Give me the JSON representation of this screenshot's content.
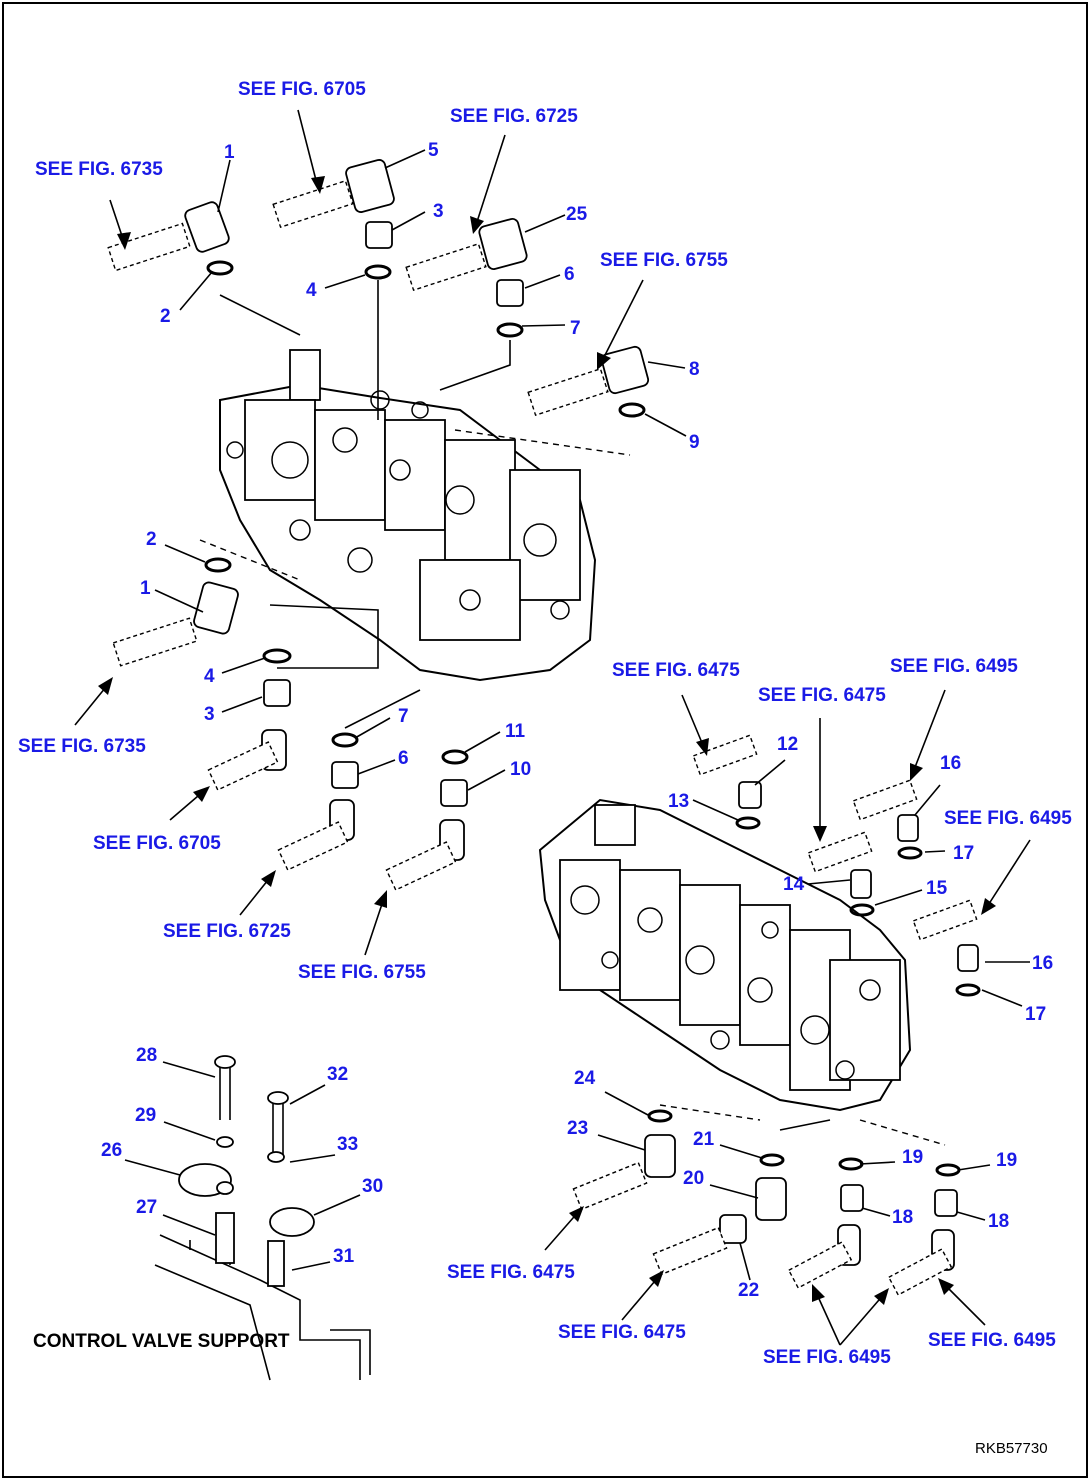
{
  "refs": {
    "r6735a": "SEE FIG. 6735",
    "r6705a": "SEE FIG. 6705",
    "r6725a": "SEE FIG. 6725",
    "r6755a": "SEE FIG. 6755",
    "r6735b": "SEE FIG. 6735",
    "r6705b": "SEE FIG. 6705",
    "r6725b": "SEE FIG. 6725",
    "r6755b": "SEE FIG. 6755",
    "r6475a": "SEE FIG. 6475",
    "r6475b": "SEE FIG. 6475",
    "r6495a": "SEE FIG. 6495",
    "r6495b": "SEE FIG. 6495",
    "r6475c": "SEE FIG. 6475",
    "r6475d": "SEE FIG. 6475",
    "r6495c": "SEE FIG. 6495",
    "r6495d": "SEE FIG. 6495"
  },
  "callouts": {
    "c1a": "1",
    "c2a": "2",
    "c5": "5",
    "c3a": "3",
    "c4a": "4",
    "c25": "25",
    "c6a": "6",
    "c7a": "7",
    "c8": "8",
    "c9": "9",
    "c2b": "2",
    "c1b": "1",
    "c4b": "4",
    "c3b": "3",
    "c7b": "7",
    "c6b": "6",
    "c11": "11",
    "c10": "10",
    "c12": "12",
    "c13": "13",
    "c16a": "16",
    "c17a": "17",
    "c14": "14",
    "c15": "15",
    "c16b": "16",
    "c17b": "17",
    "c28": "28",
    "c32": "32",
    "c29": "29",
    "c33": "33",
    "c26": "26",
    "c30": "30",
    "c27": "27",
    "c31": "31",
    "c24": "24",
    "c23": "23",
    "c21": "21",
    "c20": "20",
    "c22": "22",
    "c19a": "19",
    "c19b": "19",
    "c18a": "18",
    "c18b": "18"
  },
  "caption": "CONTROL VALVE SUPPORT",
  "drawing_code": "RKB57730"
}
